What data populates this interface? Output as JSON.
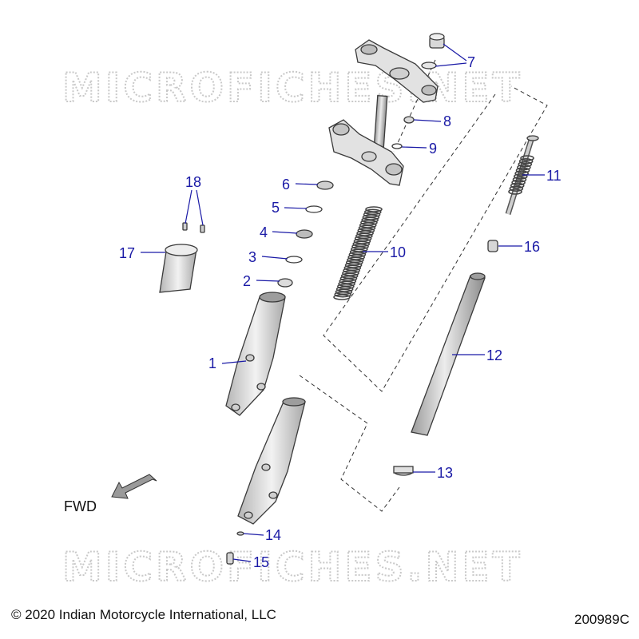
{
  "watermark": "MICROFICHES.NET",
  "fwd_label": "FWD",
  "copyright": "© 2020 Indian Motorcycle International, LLC",
  "drawing_id": "200989C",
  "callouts": {
    "c1": "1",
    "c2": "2",
    "c3": "3",
    "c4": "4",
    "c5": "5",
    "c6": "6",
    "c7": "7",
    "c8": "8",
    "c9": "9",
    "c10": "10",
    "c11": "11",
    "c12": "12",
    "c13": "13",
    "c14": "14",
    "c15": "15",
    "c16": "16",
    "c17": "17",
    "c18": "18"
  },
  "colors": {
    "callout": "#1a1aa6",
    "part_fill": "#e4e4e4",
    "watermark": "#c9c9c9"
  }
}
